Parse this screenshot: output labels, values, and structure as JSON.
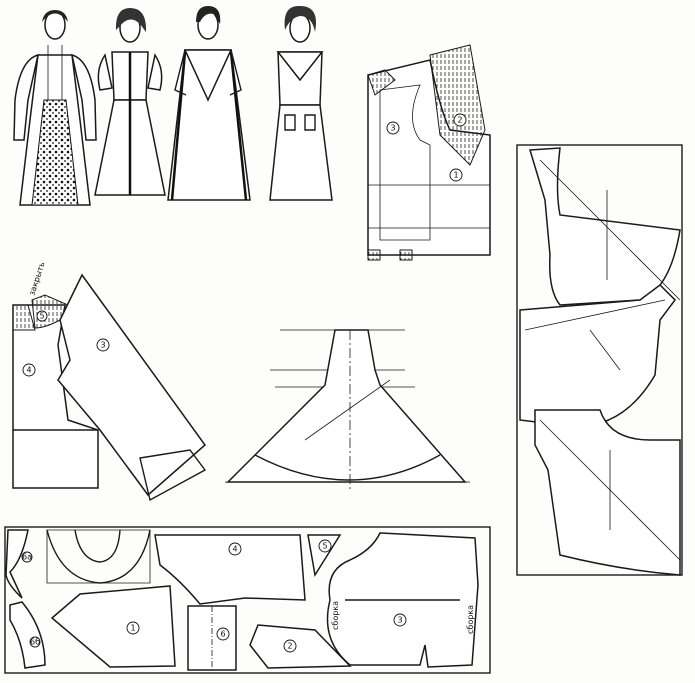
{
  "figures": {
    "count": 4,
    "description_labels": []
  },
  "bodice_sleeve_pattern": {
    "labels": [
      "1",
      "2",
      "3"
    ]
  },
  "bodice_sleeve_layout": {
    "close_note": "закрыть",
    "labels": [
      "5",
      "4",
      "3"
    ]
  },
  "collar_pattern": {},
  "cutting_layout_right": {},
  "cutting_layout_bottom": {
    "labels": [
      "6а",
      "6б",
      "1",
      "4",
      "6",
      "2",
      "5",
      "3"
    ],
    "gather_left": "сборка",
    "gather_right": "сборка"
  }
}
